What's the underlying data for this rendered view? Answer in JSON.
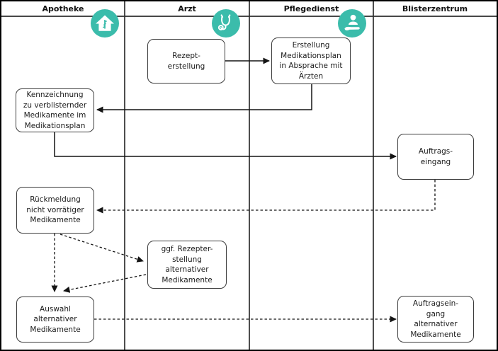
{
  "accent_color": "#3bbcab",
  "line_color": "#1f1f1f",
  "lanes": [
    {
      "label": "Apotheke",
      "icon": "pharmacy-house-icon"
    },
    {
      "label": "Arzt",
      "icon": "stethoscope-icon"
    },
    {
      "label": "Pflegedienst",
      "icon": "caregiver-hand-icon"
    },
    {
      "label": "Blisterzentrum",
      "icon": ""
    }
  ],
  "nodes": {
    "rezept": {
      "label": "Rezept-\nerstellung",
      "lane": "Arzt"
    },
    "erstellung_plan": {
      "label": "Erstellung\nMedikationsplan\nin Absprache mit\nÄrzten",
      "lane": "Pflegedienst"
    },
    "kennzeichnung": {
      "label": "Kennzeichnung\nzu verblisternder\nMedikamente im\nMedikationsplan",
      "lane": "Apotheke"
    },
    "auftragseingang": {
      "label": "Auftrags-\neingang",
      "lane": "Blisterzentrum"
    },
    "rueckmeldung": {
      "label": "Rückmeldung\nnicht vorrätiger\nMedikamente",
      "lane": "Apotheke"
    },
    "rezept_alternativ": {
      "label": "ggf. Rezepter-\nstellung\nalternativer\nMedikamente",
      "lane": "Arzt"
    },
    "auswahl": {
      "label": "Auswahl\nalternativer\nMedikamente",
      "lane": "Apotheke"
    },
    "auftragseingang_alt": {
      "label": "Auftragsein-\ngang\nalternativer\nMedikamente",
      "lane": "Blisterzentrum"
    }
  }
}
